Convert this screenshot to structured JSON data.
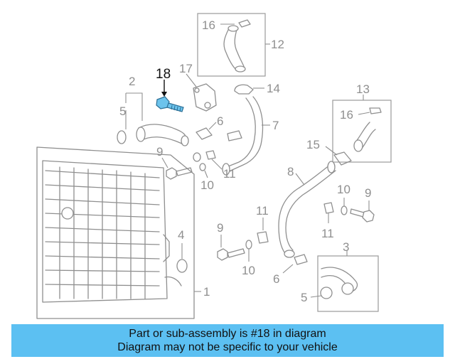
{
  "diagram": {
    "highlight_color": "#6cc3ec",
    "highlighted_part": "18",
    "callouts": {
      "c18": "18",
      "c17": "17",
      "c16a": "16",
      "c12": "12",
      "c2": "2",
      "c5a": "5",
      "c14": "14",
      "c6a": "6",
      "c7": "7",
      "c9a": "9",
      "c10a": "10",
      "c11a": "11",
      "c13": "13",
      "c16b": "16",
      "c15": "15",
      "c8": "8",
      "c4": "4",
      "c1": "1",
      "c10b": "10",
      "c9b": "9",
      "c11b": "11",
      "c11c": "11",
      "c9c": "9",
      "c10c": "10",
      "c3": "3",
      "c6b": "6",
      "c5b": "5"
    }
  },
  "banner": {
    "background": "#5cc0f2",
    "line1": "Part or sub-assembly is #18 in diagram",
    "line2": "Diagram may not be specific to your vehicle"
  }
}
